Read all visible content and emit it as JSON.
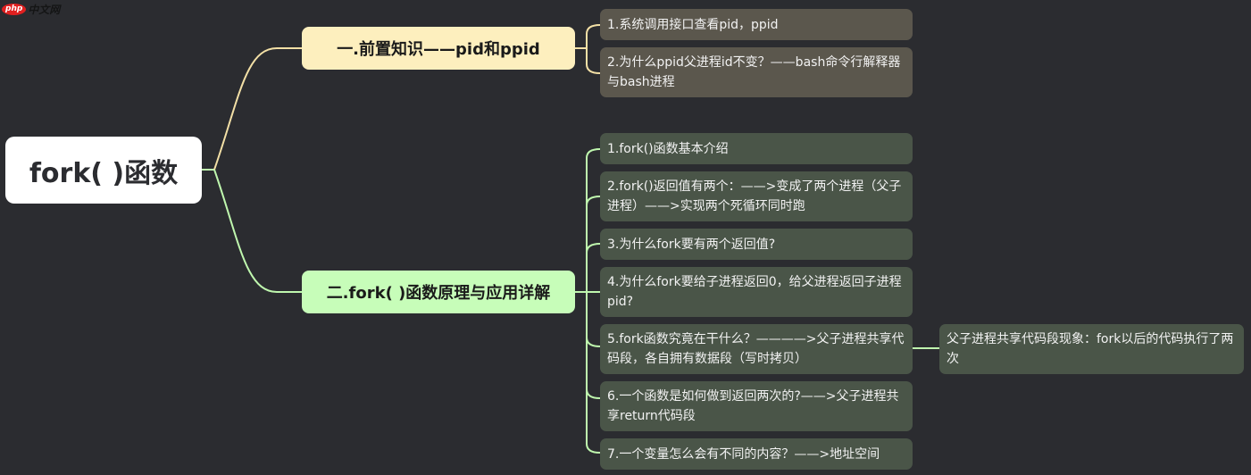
{
  "watermark": {
    "logo": "php",
    "text": "中文网"
  },
  "colors": {
    "background": "#2b2c30",
    "root_bg": "#ffffff",
    "branch1_bg": "#fdefbe",
    "branch2_bg": "#c7fdb9",
    "branch1_line": "#f3e0a6",
    "branch2_line": "#bff7ae",
    "leaf1_bg": "#5b574d",
    "leaf2_bg": "#4a5548"
  },
  "mindmap": {
    "root": {
      "label": "fork( )函数"
    },
    "branches": [
      {
        "label": "一.前置知识——pid和ppid",
        "children": [
          {
            "label": "1.系统调用接口查看pid，ppid"
          },
          {
            "label": "2.为什么ppid父进程id不变？——bash命令行解释器与bash进程"
          }
        ]
      },
      {
        "label": "二.fork( )函数原理与应用详解",
        "children": [
          {
            "label": "1.fork()函数基本介绍"
          },
          {
            "label": "2.fork()返回值有两个：——>变成了两个进程（父子进程）——>实现两个死循环同时跑"
          },
          {
            "label": "3.为什么fork要有两个返回值?"
          },
          {
            "label": "4.为什么fork要给子进程返回0，给父进程返回子进程pid?"
          },
          {
            "label": "5.fork函数究竟在干什么？————>父子进程共享代码段，各自拥有数据段（写时拷贝）",
            "children": [
              {
                "label": "父子进程共享代码段现象：fork以后的代码执行了两次"
              }
            ]
          },
          {
            "label": "6.一个函数是如何做到返回两次的?——>父子进程共享return代码段"
          },
          {
            "label": "7.一个变量怎么会有不同的内容？——>地址空间"
          }
        ]
      }
    ]
  }
}
